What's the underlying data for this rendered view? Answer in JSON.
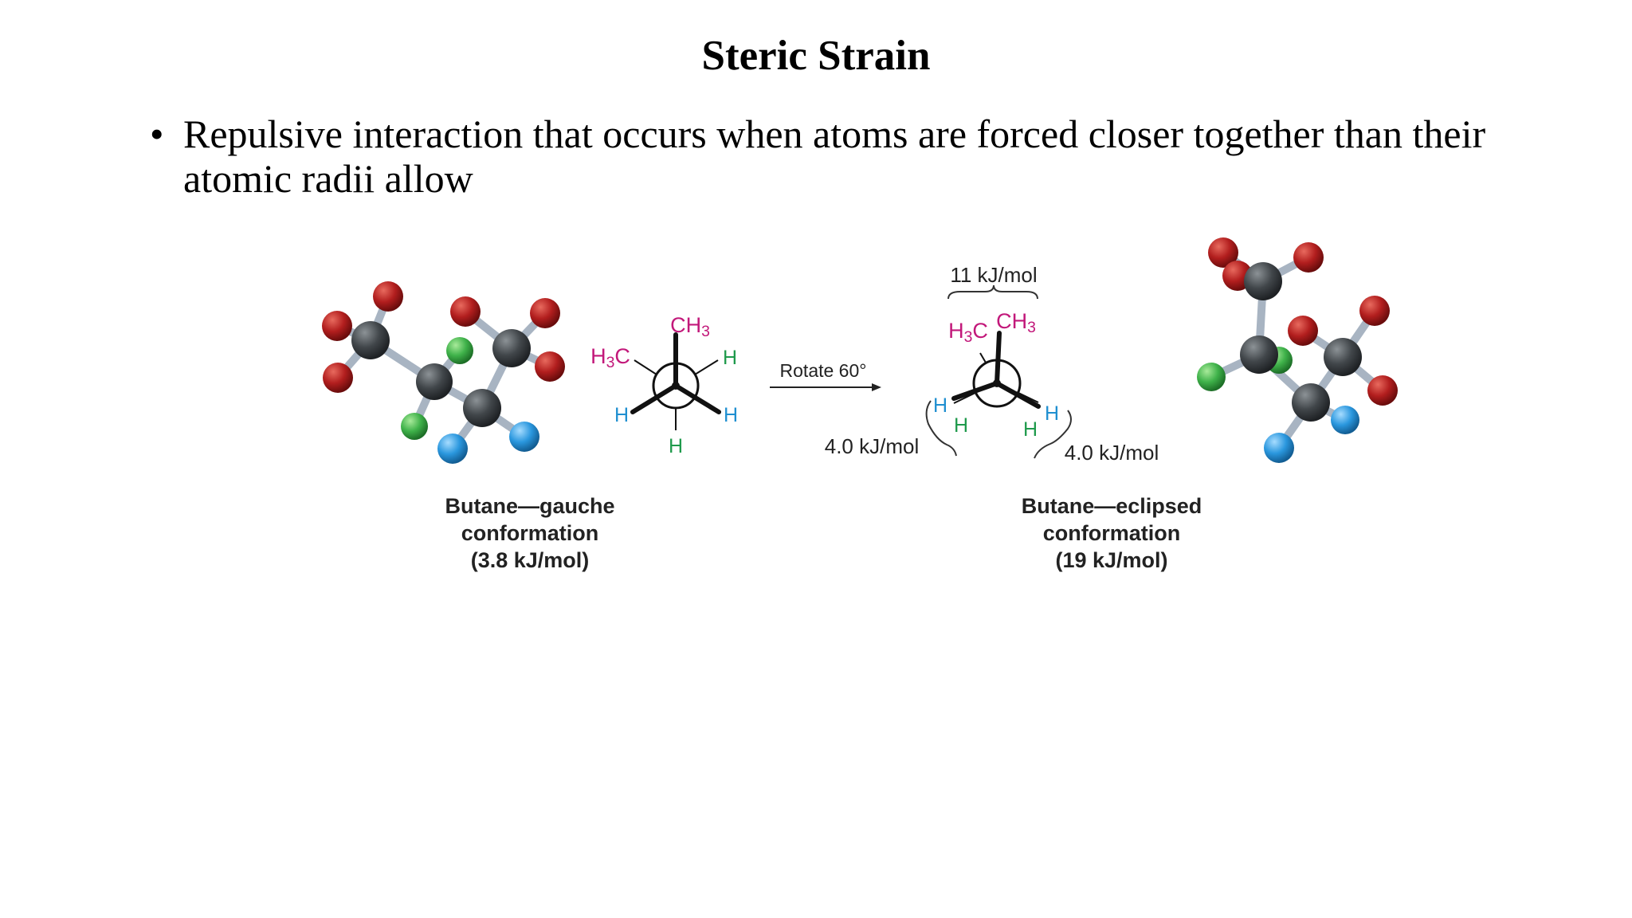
{
  "slide": {
    "title": "Steric Strain",
    "bullet_symbol": "•",
    "bullet_text": "Repulsive interaction that occurs when atoms are forced closer together than their atomic radii allow"
  },
  "gauche": {
    "newman": {
      "top": "CH3",
      "left": "H3C",
      "upper_right": "H",
      "lower_left": "H",
      "lower_right": "H",
      "bottom": "H"
    },
    "caption": {
      "line1": "Butane—gauche",
      "line2": "conformation",
      "line3": "(3.8 kJ/mol)"
    }
  },
  "rotate_label": "Rotate 60°",
  "eclipsed": {
    "top_strain": "11 kJ/mol",
    "left_strain": "4.0 kJ/mol",
    "right_strain": "4.0 kJ/mol",
    "newman": {
      "left_methyl": "H3C",
      "right_methyl": "CH3",
      "h_left_back": "H",
      "h_left_front": "H",
      "h_right_front": "H",
      "h_right_back": "H"
    },
    "caption": {
      "line1": "Butane—eclipsed",
      "line2": "conformation",
      "line3": "(19 kJ/mol)"
    }
  },
  "colors": {
    "methyl": "#c2187a",
    "h_green": "#1f9a4c",
    "h_blue": "#1f8fd0",
    "carbon": "#3f4448",
    "hydrogen_red": "#b21e1e",
    "hydrogen_green": "#3fb24a",
    "hydrogen_blue": "#2a97de"
  }
}
